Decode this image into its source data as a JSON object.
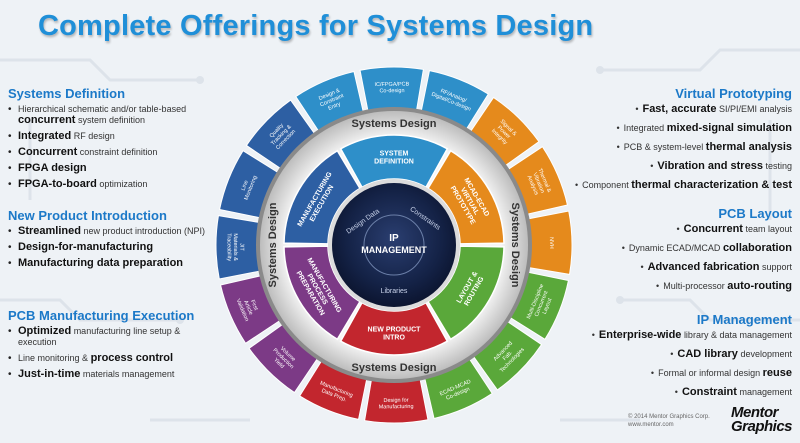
{
  "title": "Complete Offerings for Systems Design",
  "left_sections": [
    {
      "title": "Systems Definition",
      "items": [
        {
          "pre": "Hierarchical schematic and/or table-based",
          "bold": "concurrent",
          "post": "system definition"
        },
        {
          "pre": "",
          "bold": "Integrated",
          "post": "RF design"
        },
        {
          "pre": "",
          "bold": "Concurrent",
          "post": "constraint definition"
        },
        {
          "pre": "",
          "bold": "FPGA design",
          "post": ""
        },
        {
          "pre": "",
          "bold": "FPGA-to-board",
          "post": "optimization"
        }
      ]
    },
    {
      "title": "New Product Introduction",
      "items": [
        {
          "pre": "",
          "bold": "Streamlined",
          "post": "new product introduction (NPI)"
        },
        {
          "pre": "",
          "bold": "Design-for-manufacturing",
          "post": ""
        },
        {
          "pre": "",
          "bold": "Manufacturing data preparation",
          "post": ""
        }
      ]
    },
    {
      "title": "PCB Manufacturing Execution",
      "items": [
        {
          "pre": "",
          "bold": "Optimized",
          "post": "manufacturing line setup & execution"
        },
        {
          "pre": "Line monitoring &",
          "bold": "process control",
          "post": ""
        },
        {
          "pre": "",
          "bold": "Just-in-time",
          "post": "materials management"
        }
      ]
    }
  ],
  "right_sections": [
    {
      "title": "Virtual Prototyping",
      "items": [
        {
          "pre": "",
          "bold": "Fast, accurate",
          "post": "SI/PI/EMI analysis"
        },
        {
          "pre": "Integrated",
          "bold": "mixed-signal simulation",
          "post": ""
        },
        {
          "pre": "PCB & system-level",
          "bold": "thermal analysis",
          "post": ""
        },
        {
          "pre": "",
          "bold": "Vibration and stress",
          "post": "testing"
        },
        {
          "pre": "Component",
          "bold": "thermal characterization & test",
          "post": ""
        }
      ]
    },
    {
      "title": "PCB Layout",
      "items": [
        {
          "pre": "",
          "bold": "Concurrent",
          "post": "team layout"
        },
        {
          "pre": "Dynamic ECAD/MCAD",
          "bold": "collaboration",
          "post": ""
        },
        {
          "pre": "",
          "bold": "Advanced fabrication",
          "post": "support"
        },
        {
          "pre": "Multi-processor",
          "bold": "auto-routing",
          "post": ""
        }
      ]
    },
    {
      "title": "IP Management",
      "items": [
        {
          "pre": "",
          "bold": "Enterprise-wide",
          "post": "library & data management"
        },
        {
          "pre": "",
          "bold": "CAD library",
          "post": "development"
        },
        {
          "pre": "Formal or informal design",
          "bold": "reuse",
          "post": ""
        },
        {
          "pre": "",
          "bold": "Constraint",
          "post": "management"
        }
      ]
    }
  ],
  "wheel": {
    "center_title": "IP MANAGEMENT",
    "core_labels": [
      "Design Data",
      "Constraints",
      "Libraries"
    ],
    "segments": [
      {
        "label": "SYSTEM DEFINITION",
        "color": "#2e8fc9"
      },
      {
        "label": "MCAD-ECAD VIRTUAL PROTOTYPE",
        "color": "#e58a1c"
      },
      {
        "label": "LAYOUT & ROUTING",
        "color": "#5aa83a"
      },
      {
        "label": "NEW PRODUCT INTRO",
        "color": "#c2262e"
      },
      {
        "label": "MANUFACTURING PROCESS PREPARATION",
        "color": "#7c3a86"
      },
      {
        "label": "MANUFACTURING EXECUTION",
        "color": "#2d5fa3"
      }
    ],
    "ring_label": "Systems Design",
    "outer_tabs": [
      {
        "label": "IC/FPGA/PCB Co-design",
        "color": "#2e8fc9"
      },
      {
        "label": "RF/Analog/ Digital/Co-design",
        "color": "#2e8fc9"
      },
      {
        "label": "Signal & Power Integrity",
        "color": "#e58a1c"
      },
      {
        "label": "Thermal & Vibration Analysis",
        "color": "#e58a1c"
      },
      {
        "label": "NVH",
        "color": "#e58a1c"
      },
      {
        "label": "Multi-Discipline Concurrent Layout",
        "color": "#5aa83a"
      },
      {
        "label": "Advanced Fab. Technologies",
        "color": "#5aa83a"
      },
      {
        "label": "ECAD-MCAD Co-design",
        "color": "#5aa83a"
      },
      {
        "label": "Design for Manufacturing",
        "color": "#c2262e"
      },
      {
        "label": "Manufacturing Data Prep.",
        "color": "#c2262e"
      },
      {
        "label": "Volume Production Yield",
        "color": "#7c3a86"
      },
      {
        "label": "First Article Validation",
        "color": "#7c3a86"
      },
      {
        "label": "JIT Materials & Traceability",
        "color": "#2d5fa3"
      },
      {
        "label": "Line Monitoring",
        "color": "#2d5fa3"
      },
      {
        "label": "Quality Tracking & Correction",
        "color": "#2d5fa3"
      },
      {
        "label": "Design & Constraint Entry",
        "color": "#2e8fc9"
      }
    ]
  },
  "footer": {
    "copyright": "© 2014 Mentor Graphics Corp.",
    "url": "www.mentor.com",
    "logo_line1": "Mentor",
    "logo_line2": "Graphics"
  }
}
